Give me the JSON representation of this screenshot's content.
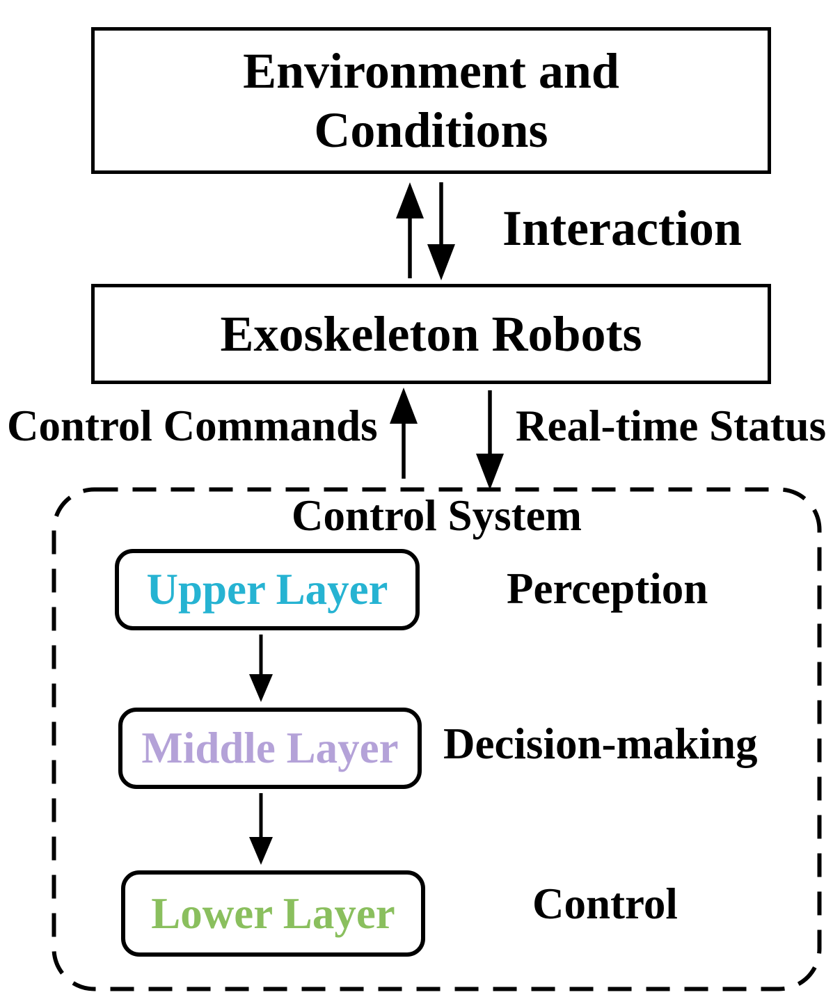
{
  "diagram": {
    "background": "#ffffff",
    "line_color": "#000000",
    "environment_box": {
      "lines": [
        "Environment and",
        "Conditions"
      ]
    },
    "exoskeleton_box": {
      "label": "Exoskeleton Robots"
    },
    "edges": {
      "interaction": {
        "label": "Interaction"
      },
      "control_commands": {
        "label": "Control Commands"
      },
      "real_time_status": {
        "label": "Real-time Status"
      }
    },
    "control_system": {
      "title": "Control System",
      "layers": [
        {
          "label": "Upper Layer",
          "color": "#26b3d2",
          "annotation": "Perception"
        },
        {
          "label": "Middle Layer",
          "color": "#b4a2d8",
          "annotation": "Decision-making"
        },
        {
          "label": "Lower Layer",
          "color": "#8abf5e",
          "annotation": "Control"
        }
      ]
    }
  }
}
